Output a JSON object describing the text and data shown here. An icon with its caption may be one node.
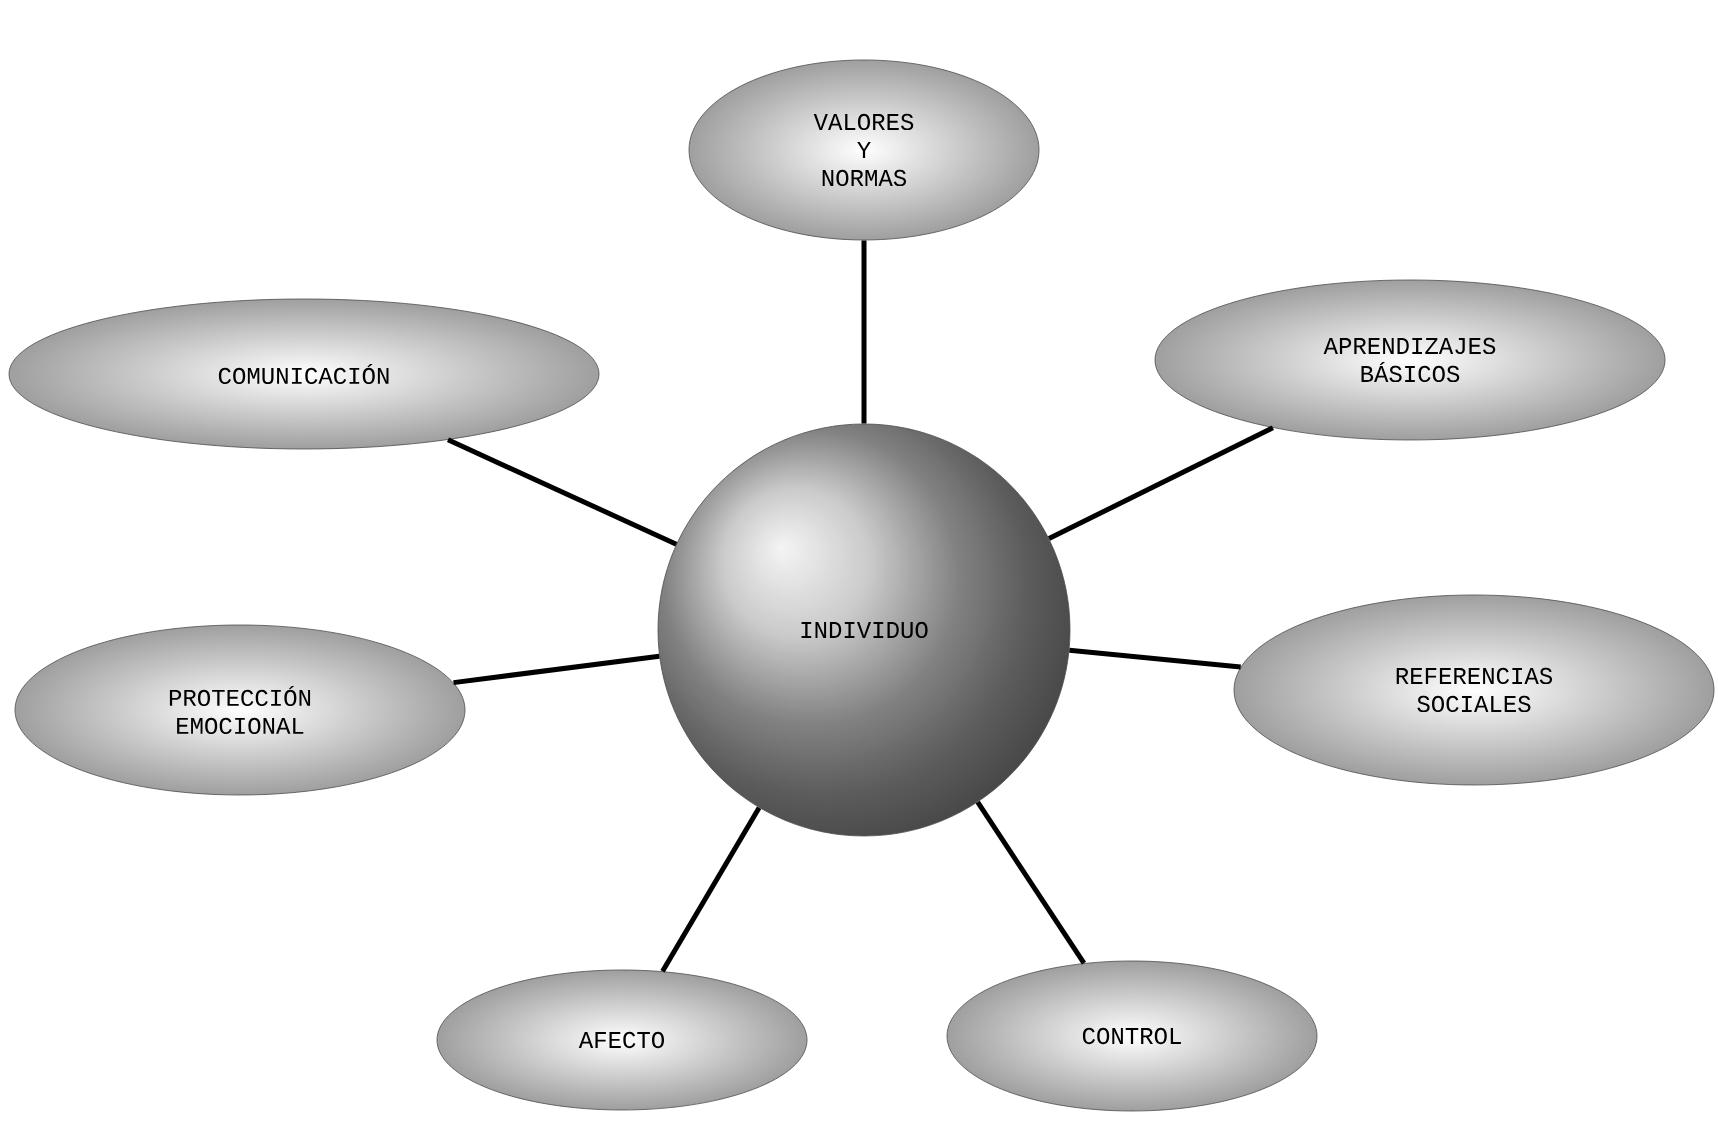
{
  "diagram": {
    "nodes": [
      {
        "text": [
          "VALORES Y NORMAS"
        ]
      },
      {
        "text": [
          "COMUNICACIÓN"
        ]
      },
      {
        "text": [
          "APRENDIZAJES BÁSICOS"
        ]
      },
      {
        "text": [
          "INDIVIDUO"
        ]
      },
      {
        "text": [
          "PROTECCIÓN EMOCIONAL"
        ]
      },
      {
        "text": [
          "REFERENCIAS SOCIALES"
        ]
      },
      {
        "text": [
          "AFECTO"
        ]
      },
      {
        "text": [
          "CONTROL"
        ]
      }
    ],
    "edges": [
      {
        "from": 3,
        "to": 0,
        "arrow": "none"
      },
      {
        "from": 3,
        "to": 1,
        "arrow": "none"
      },
      {
        "from": 3,
        "to": 2,
        "arrow": "none"
      },
      {
        "from": 3,
        "to": 4,
        "arrow": "none"
      },
      {
        "from": 3,
        "to": 5,
        "arrow": "none"
      },
      {
        "from": 3,
        "to": 6,
        "arrow": "none"
      },
      {
        "from": 3,
        "to": 7,
        "arrow": "none"
      }
    ]
  }
}
